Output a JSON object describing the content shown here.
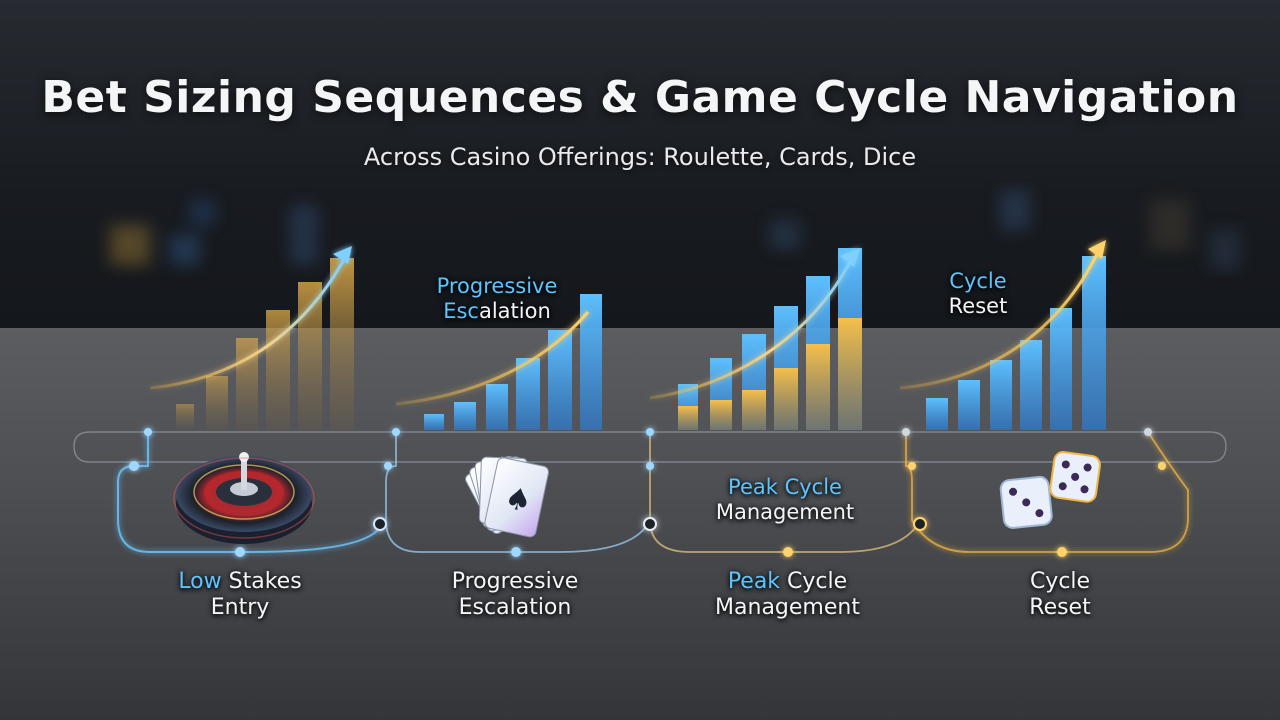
{
  "header": {
    "title": "Bet Sizing Sequences & Game Cycle Navigation",
    "subtitle": "Across Casino Offerings: Roulette, Cards, Dice"
  },
  "colors": {
    "accent_blue": "#4fb8ff",
    "accent_gold": "#f2b640",
    "label_highlight": "#5cc4ff",
    "text": "#f3f5f8"
  },
  "upper_labels": {
    "progressive": {
      "line1_hl": "Progressive",
      "line2_hl": "Esc",
      "line2_rest": "alation"
    },
    "peak": {
      "line1_hl": "Peak Cycle",
      "line2_rest": "Management"
    },
    "reset": {
      "line1_hl": "Cycle",
      "line2_rest": "Reset"
    }
  },
  "stages": [
    {
      "name": "Low Stakes Entry",
      "line1_hl": "Low",
      "line1_rest": " Stakes",
      "line2": "Entry",
      "icon": "roulette-wheel-icon"
    },
    {
      "name": "Progressive Escalation",
      "line1_hl": "",
      "line1_rest": "Progressive",
      "line2": "Escalation",
      "icon": "playing-cards-icon"
    },
    {
      "name": "Peak Cycle Management",
      "line1_hl": "Peak",
      "line1_rest": " Cycle",
      "line2": "Management",
      "icon": "none"
    },
    {
      "name": "Cycle Reset",
      "line1_hl": "",
      "line1_rest": "Cycle",
      "line2": "Reset",
      "icon": "dice-icon"
    }
  ]
}
